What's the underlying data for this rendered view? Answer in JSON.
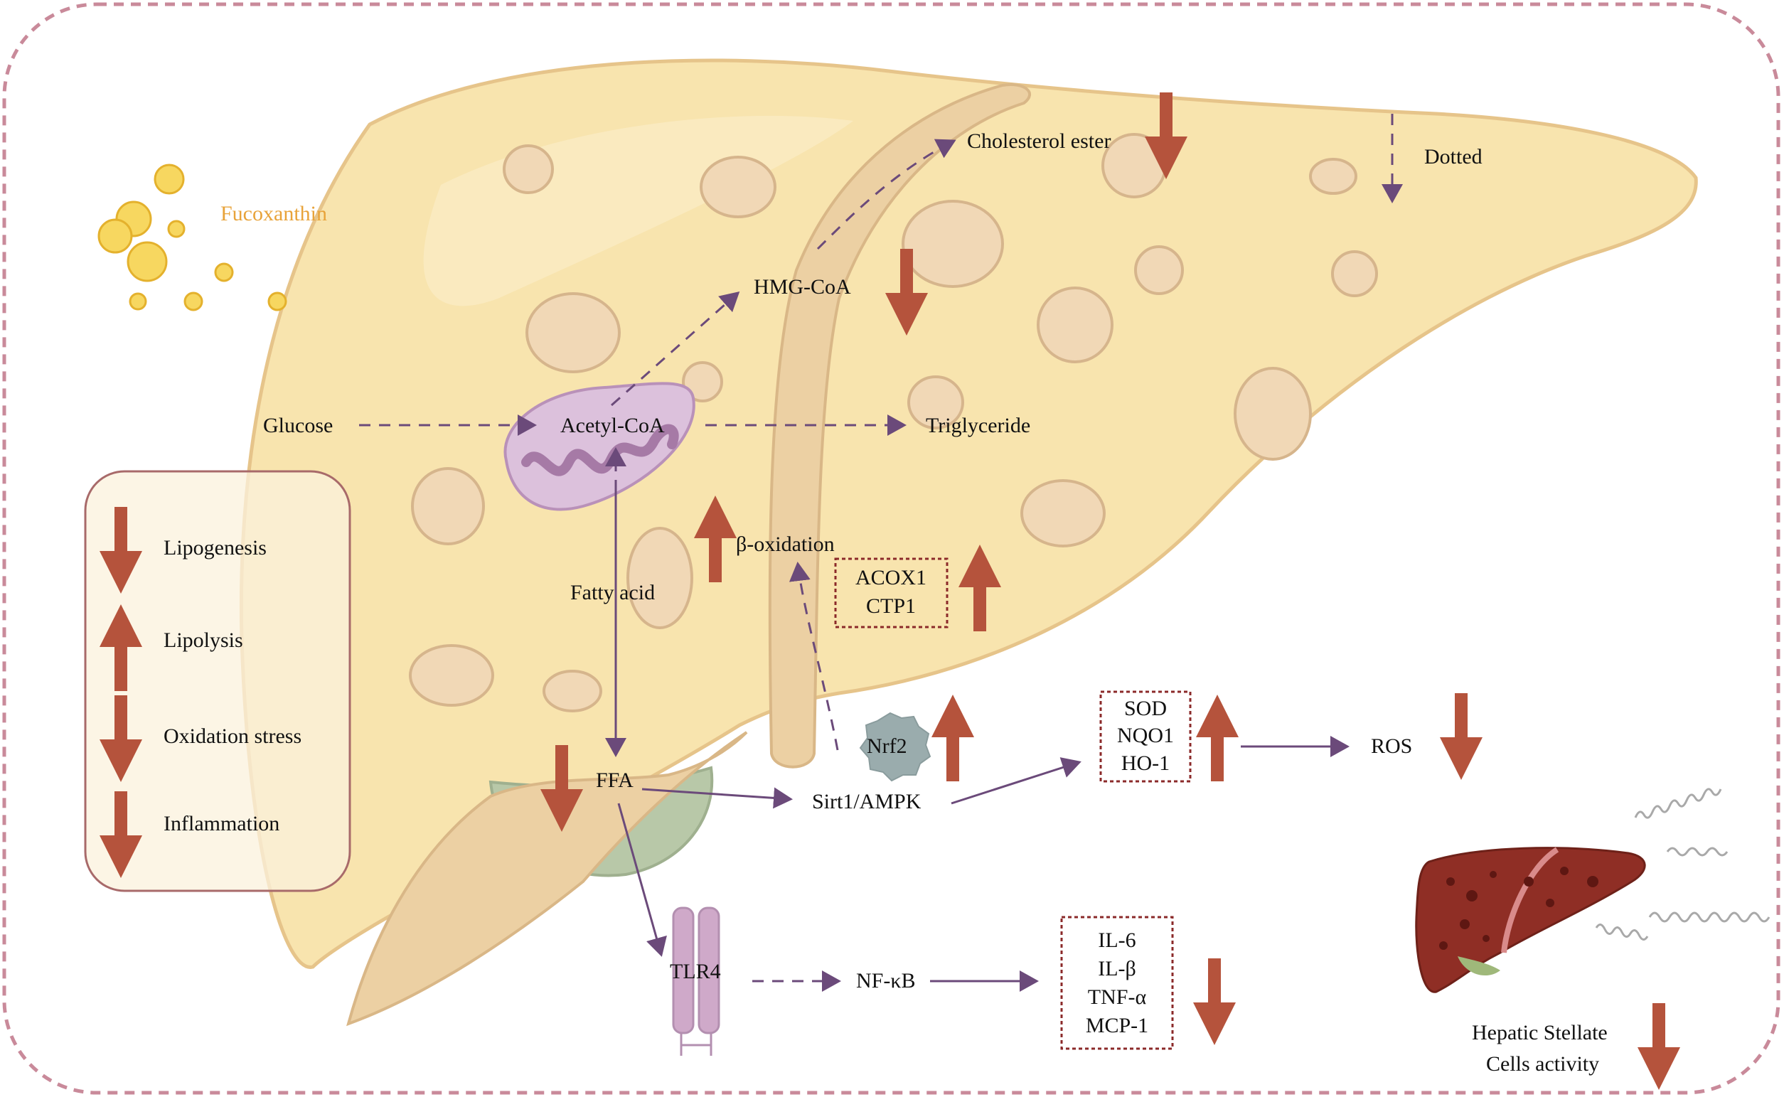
{
  "colors": {
    "liver_fill": "#f8e4ae",
    "liver_stroke": "#e6c48a",
    "fold_fill": "#ecd0a3",
    "fat_fill": "#f1d8b6",
    "fat_stroke": "#d6b58c",
    "arrow_red": "#b5533c",
    "pathway_purple": "#6b4a7a",
    "box_dotted": "#8b2a2a",
    "border_dashed": "#c98a9a",
    "fucoxanthin": "#f3c53c",
    "mitochondria": "#c9a5c9",
    "gallbladder": "#b8c8a8",
    "nrf2": "#9aacad",
    "tlr4": "#cfa9c9",
    "fibrotic_liver": "#8f2e25"
  },
  "labels": {
    "fucoxanthin": "Fucoxanthin",
    "glucose": "Glucose",
    "acetyl_coa": "Acetyl-CoA",
    "hmg_coa": "HMG-CoA",
    "cholesterol_ester": "Cholesterol ester",
    "dotted": "Dotted",
    "triglyceride": "Triglyceride",
    "beta_oxidation": "β-oxidation",
    "fatty_acid": "Fatty acid",
    "ffa": "FFA",
    "nrf2": "Nrf2",
    "sirt1_ampk": "Sirt1/AMPK",
    "ros": "ROS",
    "tlr4": "TLR4",
    "nfkb": "NF-κB",
    "hsc_line1": "Hepatic Stellate",
    "hsc_line2": "Cells activity"
  },
  "boxes": {
    "acox": [
      "ACOX1",
      "CTP1"
    ],
    "antioxidant": [
      "SOD",
      "NQO1",
      "HO-1"
    ],
    "cytokines": [
      "IL-6",
      "IL-β",
      "TNF-α",
      "MCP-1"
    ]
  },
  "legend": {
    "items": [
      {
        "label": "Lipogenesis",
        "direction": "down"
      },
      {
        "label": "Lipolysis",
        "direction": "up"
      },
      {
        "label": "Oxidation stress",
        "direction": "down"
      },
      {
        "label": "Inflammation",
        "direction": "down"
      }
    ]
  }
}
